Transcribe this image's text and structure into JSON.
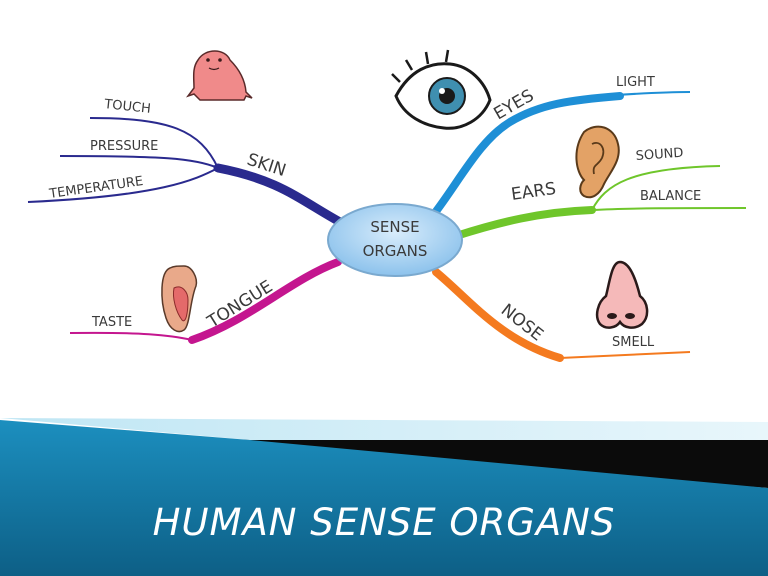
{
  "center": {
    "line1": "SENSE",
    "line2": "ORGANS"
  },
  "branches": {
    "skin": {
      "label": "SKIN",
      "color": "#2a2a8e",
      "leaves": {
        "touch": "TOUCH",
        "pressure": "PRESSURE",
        "temperature": "TEMPERATURE"
      },
      "icon": "human-figure-icon"
    },
    "tongue": {
      "label": "TONGUE",
      "color": "#c4168f",
      "leaves": {
        "taste": "TASTE"
      },
      "icon": "tongue-icon"
    },
    "eyes": {
      "label": "EYES",
      "color": "#1e8fd6",
      "leaves": {
        "light": "LIGHT"
      },
      "icon": "eye-icon"
    },
    "ears": {
      "label": "EARS",
      "color": "#6fc62b",
      "leaves": {
        "sound": "SOUND",
        "balance": "BALANCE"
      },
      "icon": "ear-icon"
    },
    "nose": {
      "label": "NOSE",
      "color": "#f47a1f",
      "leaves": {
        "smell": "SMELL"
      },
      "icon": "nose-icon"
    }
  },
  "banner": {
    "title": "HUMAN SENSE ORGANS",
    "color": "#2a8fb4"
  }
}
